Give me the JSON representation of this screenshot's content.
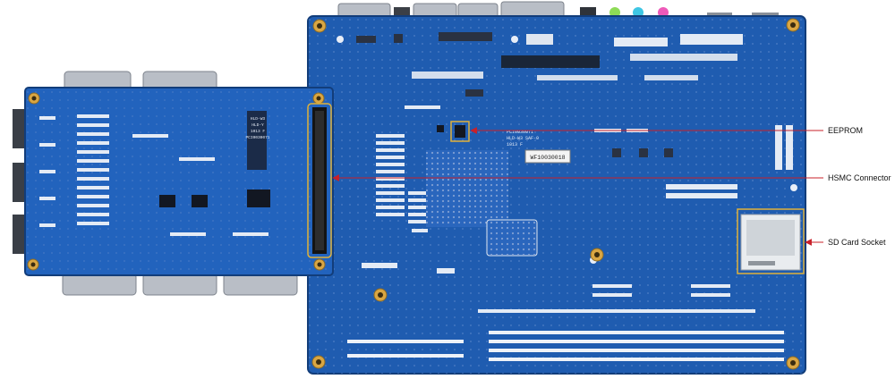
{
  "figure": {
    "colors": {
      "pcb_blue": "#1f5cb0",
      "pcb_dark": "#17488d",
      "hsmc_outline": "#e0b23a",
      "callout_line": "#c8202a",
      "connector_metal": "#b9bec6"
    },
    "main_board": {
      "chip_label_1": "PCI0030071",
      "chip_label_2": "HLD-W3 SAF-0",
      "chip_label_3": "1013 F",
      "serial_sticker": "WF10030018"
    },
    "daughter_board": {
      "chip_label_1": "HLD-W3",
      "chip_label_2": "HLD-Y",
      "chip_label_3": "1013 F",
      "chip_label_4": "PCI0030071"
    }
  },
  "callouts": [
    {
      "label": "EEPROM"
    },
    {
      "label": "HSMC Connector"
    },
    {
      "label": "SD Card Socket"
    }
  ]
}
